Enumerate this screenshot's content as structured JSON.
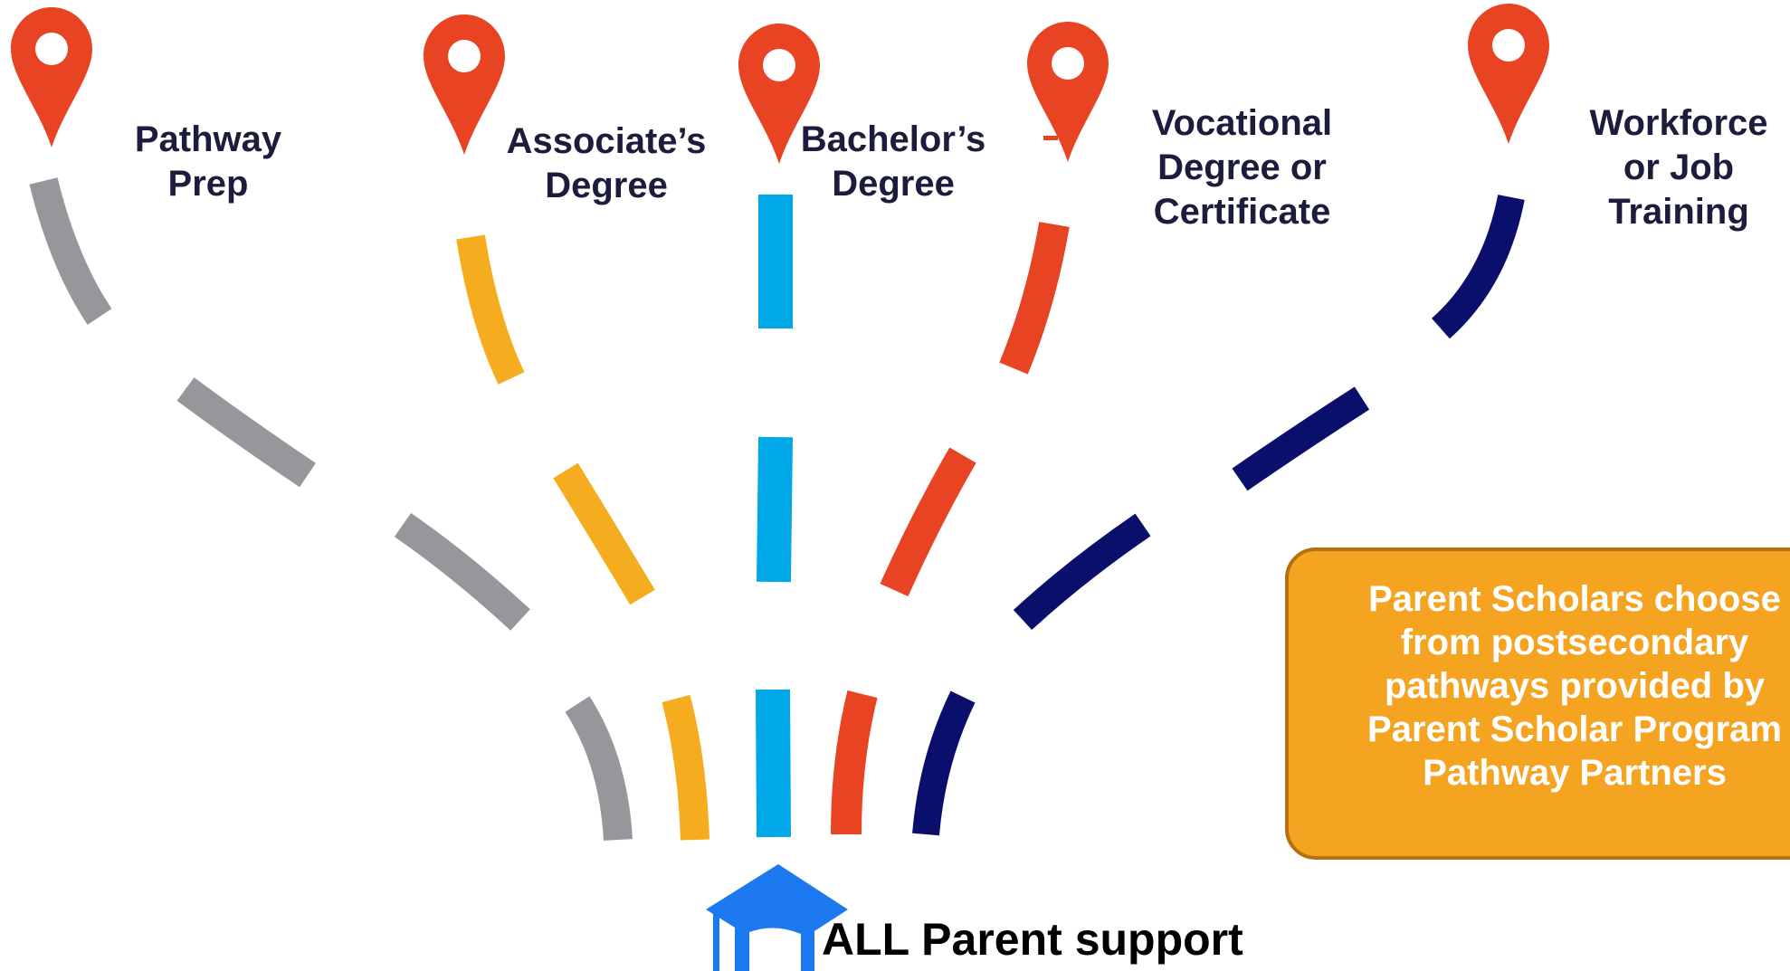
{
  "destinations": [
    {
      "id": "pathway-prep",
      "label": "Pathway\nPrep",
      "color": "#98969a",
      "pin_color": "#e84424"
    },
    {
      "id": "associates",
      "label": "Associate’s\nDegree",
      "color": "#f5ac1f",
      "pin_color": "#e84424"
    },
    {
      "id": "bachelors",
      "label": "Bachelor’s\nDegree",
      "color": "#00a8e8",
      "pin_color": "#e84424"
    },
    {
      "id": "vocational",
      "label": "Vocational\nDegree or\nCertificate",
      "color": "#e84424",
      "pin_color": "#e84424"
    },
    {
      "id": "workforce",
      "label": "Workforce\nor Job\nTraining",
      "color": "#0a0f6b",
      "pin_color": "#e84424"
    }
  ],
  "callout": {
    "text": "Parent Scholars choose\nfrom postsecondary\npathways provided by\nParent Scholar Program\nPathway Partners",
    "fill": "#f5a422",
    "border": "#b5710f"
  },
  "bottom_label": "ALL Parent support",
  "icon": {
    "name": "graduation-cap-icon",
    "color": "#1d79f0"
  }
}
